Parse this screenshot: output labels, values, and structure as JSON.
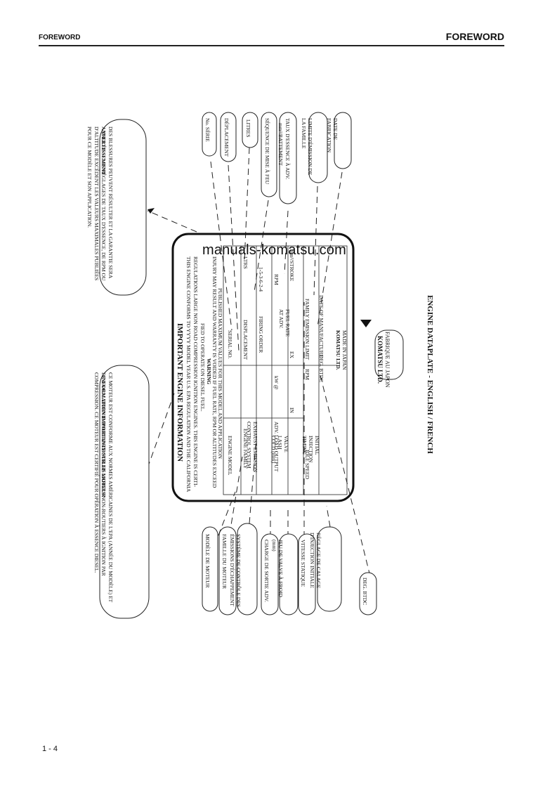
{
  "header": {
    "left": "FOREWORD",
    "right": "FOREWORD"
  },
  "watermark": "manuals-komatsu.com",
  "page_number": "1 - 4",
  "caption": "ENGINE DATAPLATE - ENGLISH / FRENCH",
  "komatsu_mark": {
    "line1": "KOMATSU LTD.",
    "line2": "FABRIQUE AU JAPON"
  },
  "plate": {
    "title": "IMPORTANT ENGINE INFORMATION",
    "intro_1": "THIS ENGINE CONFORMS TO YYYY MODEL YEAR U.S. EPA REGULATION AND THE CALIFORNIA",
    "intro_2": "REGULATIONS LARGE NON ROAD COMPRESSION IGNITION ENGINES. THIS ENGINE IS CERTI-",
    "intro_3": "FIED TO OPERATE ON DIESEL FUEL.",
    "warning_title": "WARNING",
    "warning_1": "INJURY MAY RESULT AND WARRANTY IS VOIDED IF FUEL RATE, RPM OR ALTITUDES EXCEED",
    "warning_2": "PUBLISHED MAXIMUM VALUES FOR THIS MODEL AND APPLICATION",
    "rows": [
      {
        "a": "ENGINE MODEL",
        "b": "SERIAL NO.",
        "c": ""
      },
      {
        "a": "ENGINE FAMILY",
        "b": "DISPLACEMENT",
        "c": "LTRS"
      },
      {
        "a": "EXHAUST EMISSION CONTROL SYSTEM",
        "b": "FIRING ORDER",
        "c": "1-5-3-6-2-4"
      },
      {
        "a": "ADV. LOAD OUTPUT",
        "b": "kW @",
        "c": "RPM"
      },
      {
        "a": "VALVE LASH COLD (mm)",
        "b": "IN",
        "c": "EX"
      },
      {
        "a": "IDLE SPEED",
        "b": "RPM",
        "c": "FUEL RATE AT ADV."
      },
      {
        "a": "INITIAL INJECTION TIMING",
        "b": "DEG. BTDC",
        "c": "FAMILY EMISSION LIMIT"
      },
      {
        "a": "",
        "b": "",
        "c": "DATE OF MANUFACTURE"
      }
    ],
    "fuel_rate_unit": "mm³/STROKE",
    "maker": "KOMATSU LTD.",
    "maker_2": "MADE IN JAPAN"
  },
  "callouts_top": [
    "AVERTISSEMENT",
    "DES BLESSURES PEUVENT RÉSULTER ET LA GARANTIE SERA ANNULÉE SI LES RÉGLAGES DE TAUX D'ESSENCE, DE RPM OU D'ALTITUDE EXCÈDENT LES VALEURS MAXIMALES PUBLIÉES POUR CE MODÈLE ET SON APPLICATION."
  ],
  "callouts_bottom": [
    "INFORMATION IMPORTANTE SUR LE MOTEUR",
    "CE MOTEUR EST CONFORME AUX NORMES AMÉRICAINES DE L'EPA (ANNÉE DU MODÈLE) ET DE LA CALIFORNIE POUR LES MOTEURS LARGES NON-ROUTIERS À IGNITION PAR COMPRESSION. CE MOTEUR EST CERTIFIÉ POUR OPÉRATION À ESSENCE DIESEL."
  ],
  "labels_right": [
    "No. SÉRIE",
    "DÉPLACEMENT",
    "LITRES",
    "SÉQUENCE DE MISE À FEU",
    "mm³/BATTEMENT",
    "TAUX D'ESSENCE À ADV.",
    "LIMITE D'ÉMISSION DE LA FAMILLE",
    "DATE DE FABRICATION"
  ],
  "labels_left": [
    "MODÈLE DE MOTEUR",
    "FAMILLE DU MOTEUR",
    "SYSTÈME DE CONTRÔLE DES ÉMISSIONS D'ÉCHAPPEMENT",
    "CHARGE DE SORTIE ADV.",
    "JEU DE VALVE À FROID (mm)",
    "VITESSE STATIQUE",
    "RÉGLAGE DE CALAGE D'INJECTION INITIALE",
    "DEG. BTDC"
  ]
}
